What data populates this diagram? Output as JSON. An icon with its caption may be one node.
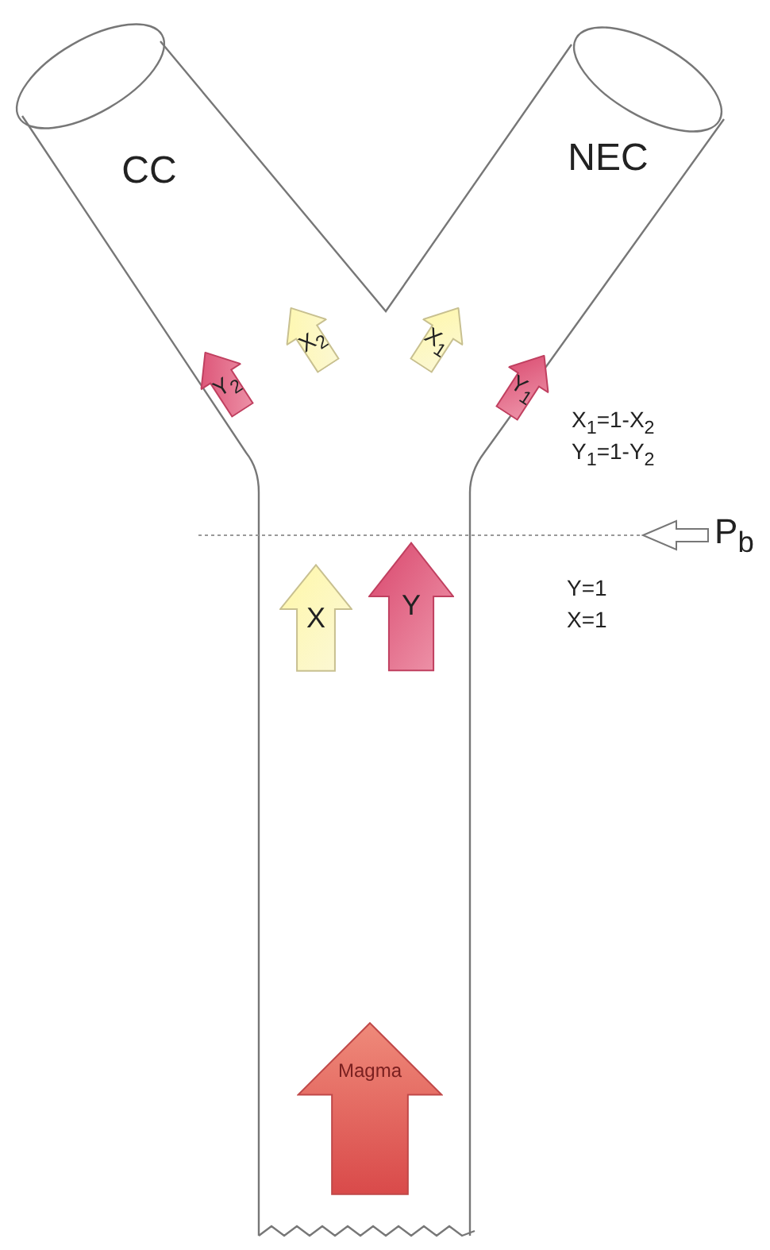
{
  "diagram": {
    "nodes": [
      {
        "text": [
          "CC"
        ]
      },
      {
        "text": [
          "NEC"
        ]
      },
      {
        "text": [
          "Y$_{2}$"
        ]
      },
      {
        "text": [
          "X$_{2}$"
        ]
      },
      {
        "text": [
          "X$_{1}$"
        ]
      },
      {
        "text": [
          "Y$_{1}$"
        ]
      },
      {
        "text": [
          "X"
        ]
      },
      {
        "text": [
          "Y"
        ]
      },
      {
        "text": [
          "Magma"
        ]
      }
    ],
    "edges": [],
    "labels": [
      "X$_{1}$=1-X$_{2}$",
      "Y$_{1}$=1-Y$_{2}$",
      "P$_{b}$",
      "Y=1",
      "X=1"
    ]
  }
}
